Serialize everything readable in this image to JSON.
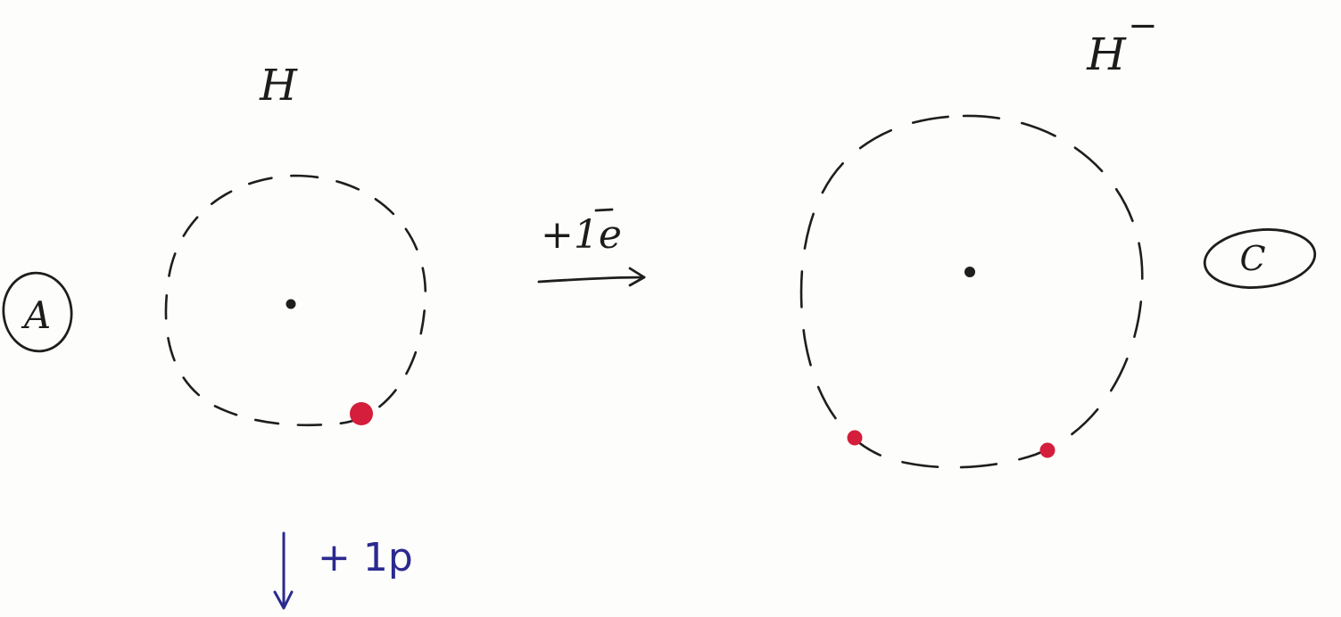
{
  "panel_a": {
    "panel_label": "A",
    "atom_label": "H",
    "electron_count": 1,
    "step_label": "+ 1p"
  },
  "reaction": {
    "arrow_label": "+1e"
  },
  "panel_c": {
    "panel_label": "C",
    "ion_label": "H",
    "charge": "−",
    "electron_count": 2
  },
  "colors": {
    "ink": "#1e1e1e",
    "electron": "#d41e3c",
    "blue_ink": "#2b2a8f",
    "paper": "#fdfdfb"
  }
}
